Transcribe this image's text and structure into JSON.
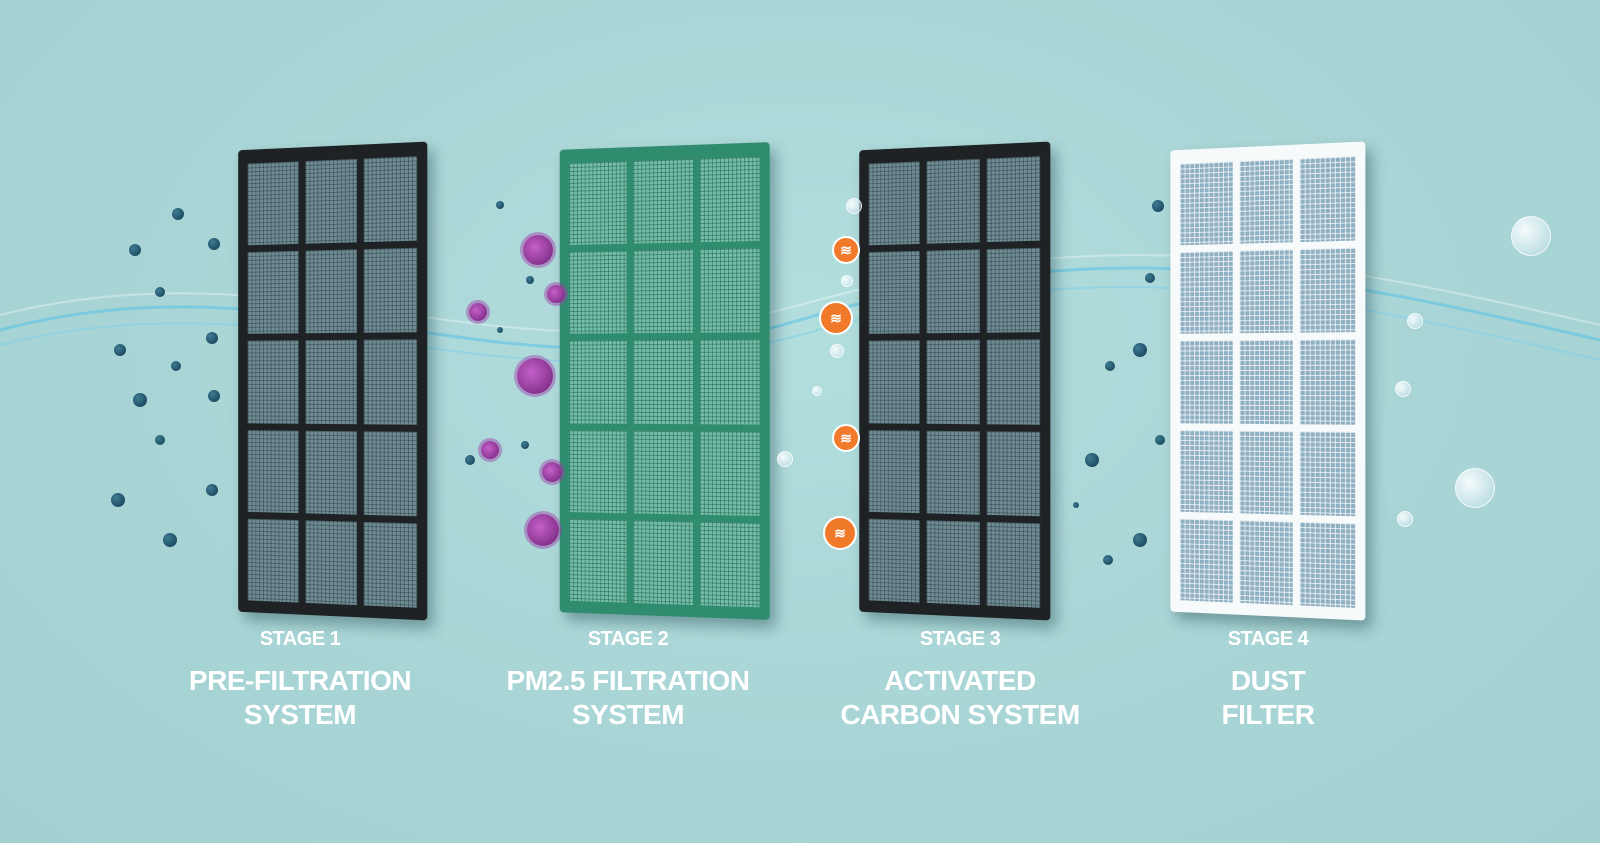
{
  "stages": [
    {
      "stage": "STAGE 1",
      "title_line1": "PRE-FILTRATION",
      "title_line2": "SYSTEM"
    },
    {
      "stage": "STAGE 2",
      "title_line1": "PM2.5 FILTRATION",
      "title_line2": "SYSTEM"
    },
    {
      "stage": "STAGE 3",
      "title_line1": "ACTIVATED",
      "title_line2": "CARBON SYSTEM"
    },
    {
      "stage": "STAGE 4",
      "title_line1": "DUST",
      "title_line2": "FILTER"
    }
  ],
  "colors": {
    "background": "#a9d5d6",
    "stage2_frame": "#2f8c6e",
    "odor": "#f07a2a",
    "virus": "#a040aa",
    "dust": "#123a4e"
  }
}
